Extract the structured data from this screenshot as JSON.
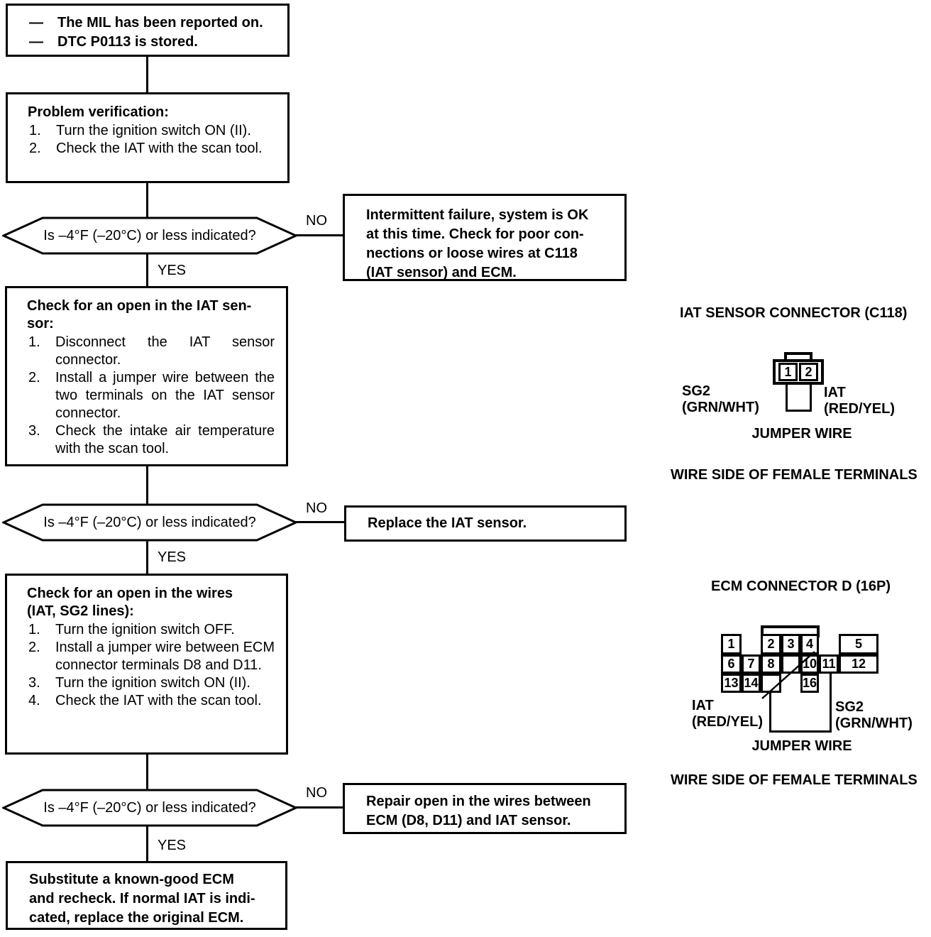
{
  "flow": {
    "start": {
      "bullet": "—",
      "lines": [
        "The MIL has been reported on.",
        "DTC P0113 is stored."
      ]
    },
    "verify": {
      "title": "Problem verification:",
      "steps": [
        "Turn the ignition switch ON (II).",
        "Check the IAT with the scan tool."
      ]
    },
    "question": "Is –4°F (–20°C) or less indicated?",
    "no_label": "NO",
    "yes_label": "YES",
    "intermittent_lines": [
      "Intermittent failure, system is OK",
      "at this time. Check for poor con-",
      "nections or loose wires at C118",
      "(IAT sensor) and ECM."
    ],
    "open_sensor": {
      "title_lines": [
        "Check for an open in the IAT sen-",
        "sor:"
      ],
      "steps": [
        "Disconnect the IAT sensor connector.",
        "Install a jumper wire between the two terminals on the IAT sensor connector.",
        "Check the intake air temperature with the scan tool."
      ]
    },
    "replace_text": "Replace the IAT sensor.",
    "open_wires": {
      "title_lines": [
        "Check for an open in the wires",
        "(IAT, SG2 lines):"
      ],
      "steps": [
        "Turn the ignition switch OFF.",
        "Install a jumper wire between ECM connector terminals D8 and D11.",
        "Turn the ignition switch ON (II).",
        "Check the IAT with the scan tool."
      ]
    },
    "repair_lines": [
      "Repair open in the wires between",
      "ECM (D8, D11) and IAT sensor."
    ],
    "substitute_lines": [
      "Substitute a known-good ECM",
      "and recheck. If normal IAT is indi-",
      "cated, replace the original ECM."
    ]
  },
  "c118": {
    "title": "IAT SENSOR CONNECTOR (C118)",
    "pin1": "1",
    "pin2": "2",
    "left_line1": "SG2",
    "left_line2": "(GRN/WHT)",
    "right_line1": "IAT",
    "right_line2": "(RED/YEL)",
    "caption": "JUMPER WIRE",
    "footnote": "WIRE SIDE OF FEMALE TERMINALS"
  },
  "ecm": {
    "title": "ECM CONNECTOR D (16P)",
    "pins": {
      "p1": "1",
      "p2": "2",
      "p3": "3",
      "p4": "4",
      "p5": "5",
      "p6": "6",
      "p7": "7",
      "p8": "8",
      "p10": "10",
      "p11": "11",
      "p12": "12",
      "p13": "13",
      "p14": "14",
      "p16": "16"
    },
    "left_line1": "IAT",
    "left_line2": "(RED/YEL)",
    "right_line1": "SG2",
    "right_line2": "(GRN/WHT)",
    "caption": "JUMPER WIRE",
    "footnote": "WIRE SIDE OF FEMALE TERMINALS"
  },
  "colors": {
    "ink": "#000000",
    "paper": "#ffffff"
  }
}
